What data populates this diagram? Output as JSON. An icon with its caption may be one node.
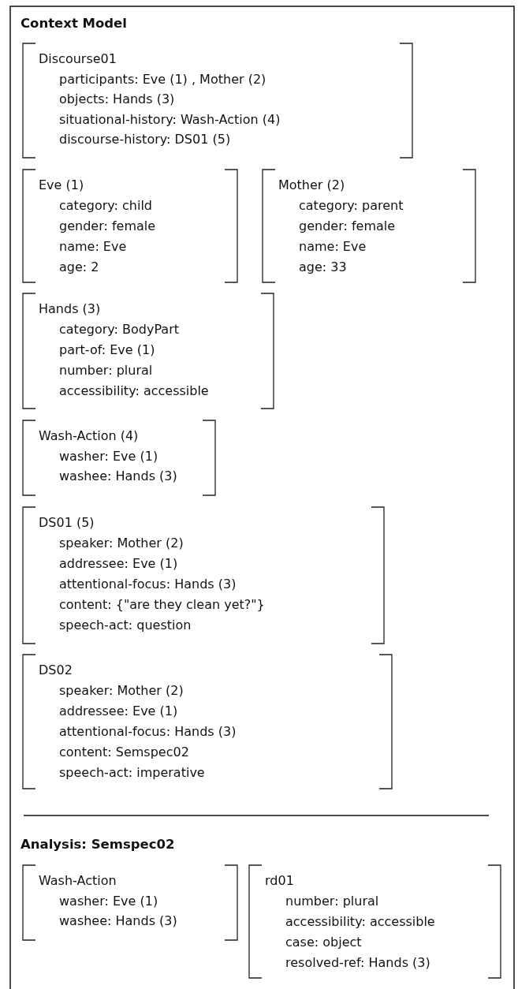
{
  "diagram": {
    "title": "Context Model",
    "nodes": [
      {
        "text": [
          "Discourse01",
          "participants: Eve (1) , Mother (2)",
          "objects: Hands (3)",
          "situational-history: Wash-Action (4)",
          "discourse-history: DS01 (5)"
        ]
      },
      {
        "text": [
          "Eve (1)",
          "category: child",
          "gender: female",
          "name: Eve",
          "age: 2"
        ]
      },
      {
        "text": [
          "Mother (2)",
          "category: parent",
          "gender: female",
          "name: Eve",
          "age: 33"
        ]
      },
      {
        "text": [
          "Hands (3)",
          "category: BodyPart",
          "part-of: Eve (1)",
          "number: plural",
          "accessibility: accessible"
        ]
      },
      {
        "text": [
          "Wash-Action (4)",
          "washer: Eve (1)",
          "washee: Hands (3)"
        ]
      },
      {
        "text": [
          "DS01 (5)",
          "speaker: Mother (2)",
          "addressee: Eve (1)",
          "attentional-focus: Hands (3)",
          "content: {\"are they clean yet?\"}",
          "speech-act: question"
        ]
      },
      {
        "text": [
          "DS02",
          "speaker: Mother (2)",
          "addressee: Eve (1)",
          "attentional-focus: Hands (3)",
          "content: Semspec02",
          "speech-act: imperative"
        ]
      },
      {
        "text": [
          "Wash-Action",
          "washer: Eve (1)",
          "washee: Hands (3)"
        ]
      },
      {
        "text": [
          "rd01",
          "number: plural",
          "accessibility: accessible",
          "case: object",
          "resolved-ref: Hands (3)"
        ]
      }
    ],
    "labels": [
      "Analysis: Semspec02"
    ]
  }
}
